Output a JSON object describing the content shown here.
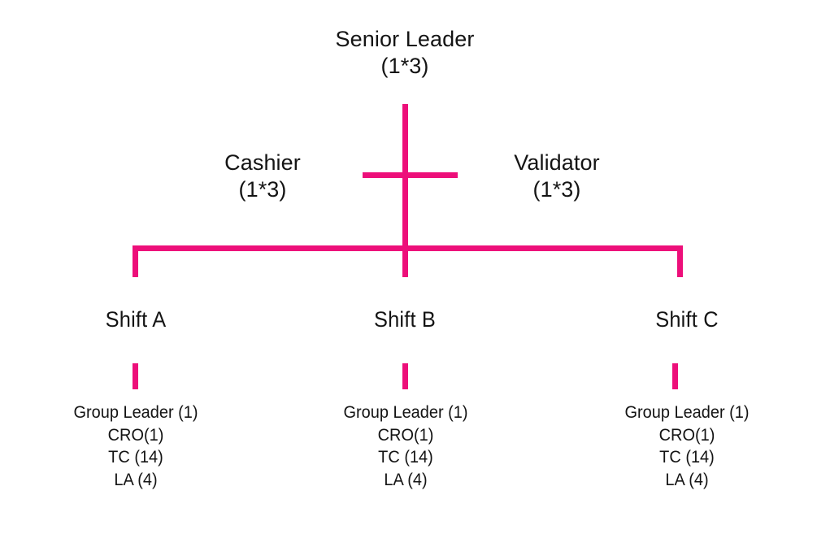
{
  "chart": {
    "title_node": {
      "label": "Senior Leader",
      "count": "(1*3)"
    },
    "mid_nodes": [
      {
        "label": "Cashier",
        "count": "(1*3)"
      },
      {
        "label": "Validator",
        "count": "(1*3)"
      }
    ],
    "shifts": [
      {
        "label": "Shift A",
        "roles": [
          "Group Leader (1)",
          "CRO(1)",
          "TC (14)",
          "LA (4)"
        ]
      },
      {
        "label": "Shift B",
        "roles": [
          "Group Leader (1)",
          "CRO(1)",
          "TC (14)",
          "LA (4)"
        ]
      },
      {
        "label": "Shift C",
        "roles": [
          "Group Leader (1)",
          "CRO(1)",
          "TC (14)",
          "LA (4)"
        ]
      }
    ],
    "colors": {
      "connector": "#ED0F7A",
      "text": "#141414",
      "background": "#ffffff"
    }
  }
}
